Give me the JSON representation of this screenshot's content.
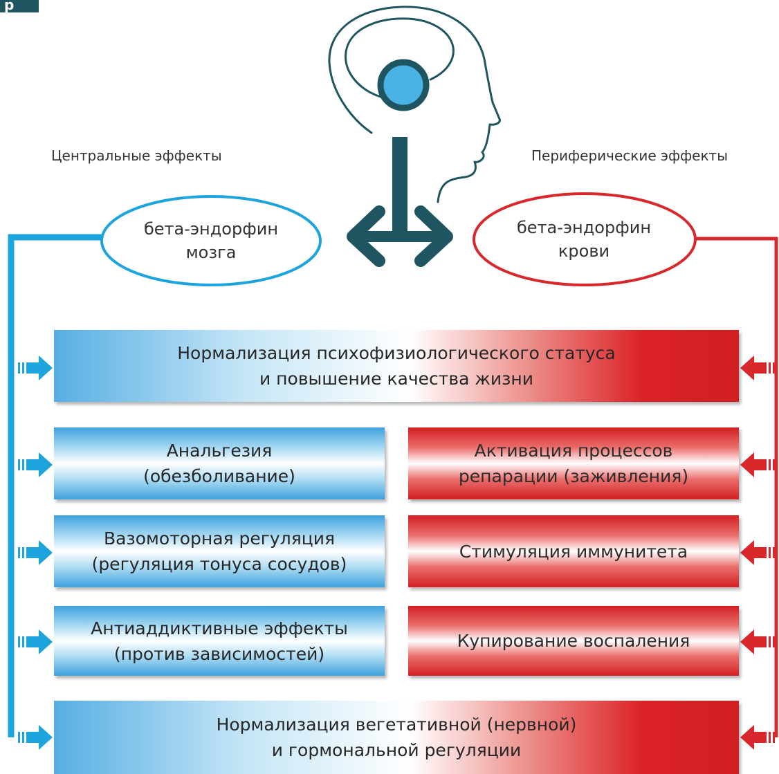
{
  "corner": {
    "label": "p"
  },
  "labels": {
    "central": "Центральные эффекты",
    "peripheral": "Периферические эффекты"
  },
  "ovals": {
    "brain": {
      "line1": "бета-эндорфин",
      "line2": "мозга",
      "color": "#1ea4dc"
    },
    "blood": {
      "line1": "бета-эндорфин",
      "line2": "крови",
      "color": "#d9282b"
    }
  },
  "boxes": {
    "top": {
      "line1": "Нормализация психофизиологического статуса",
      "line2": "и повышение качества жизни"
    },
    "left": [
      {
        "line1": "Анальгезия",
        "line2": "(обезболивание)"
      },
      {
        "line1": "Вазомоторная регуляция",
        "line2": "(регуляция тонуса сосудов)"
      },
      {
        "line1": "Антиаддиктивные эффекты",
        "line2": "(против зависимостей)"
      }
    ],
    "right": [
      {
        "line1": "Активация процессов",
        "line2": "репарации (заживления)"
      },
      {
        "line1": "Стимуляция иммунитета",
        "line2": ""
      },
      {
        "line1": "Купирование воспаления",
        "line2": ""
      }
    ],
    "bottom": {
      "line1": "Нормализация вегетативной (нервной)",
      "line2": "и гормональной регуляции"
    }
  },
  "colors": {
    "central_blue": "#1ea4dc",
    "peripheral_red": "#d9282b",
    "head_outline": "#1e5560",
    "brain_fill": "#4ab3e6"
  },
  "icons": {
    "head": "head-profile-icon",
    "arrow": "split-arrow-icon"
  }
}
